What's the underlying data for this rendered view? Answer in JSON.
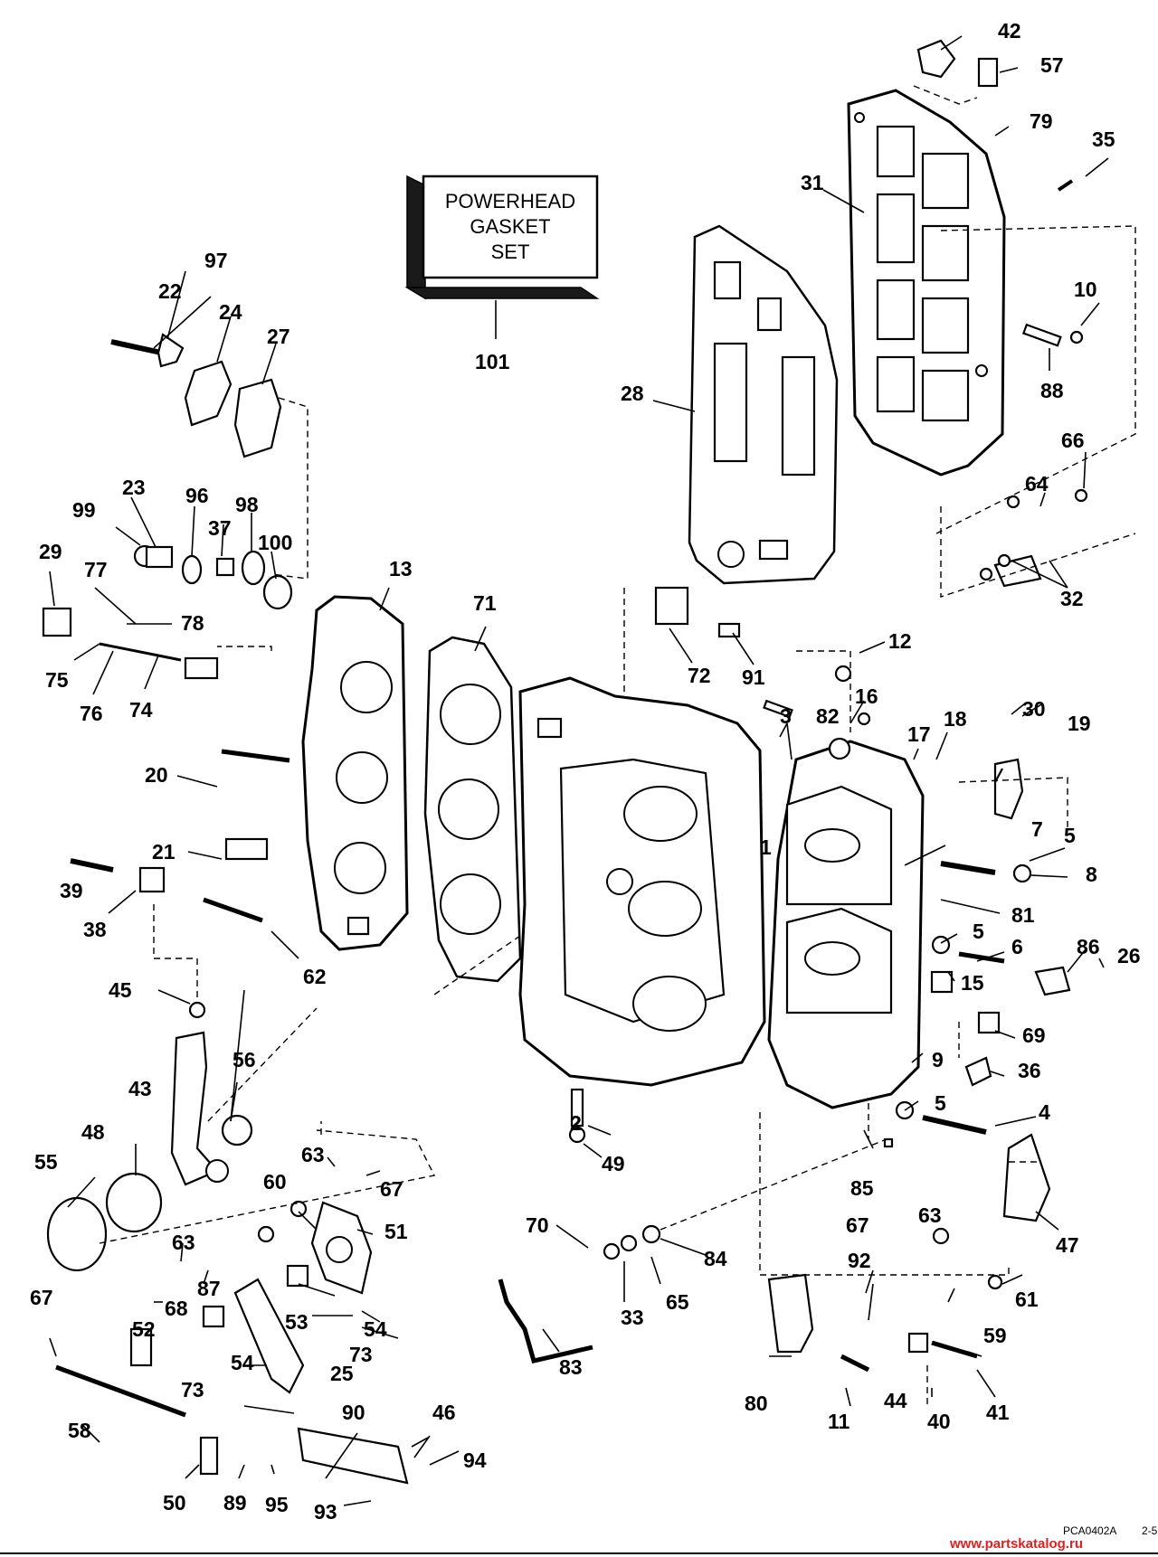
{
  "kit": {
    "line1": "POWERHEAD",
    "line2": "GASKET",
    "line3": "SET"
  },
  "footer": {
    "code": "PCA0402A",
    "page": "2-5",
    "url": "www.partskatalog.ru"
  },
  "callouts": {
    "c1": "1",
    "c2": "2",
    "c3": "3",
    "c4": "4",
    "c5a": "5",
    "c5b": "5",
    "c5c": "5",
    "c6": "6",
    "c7": "7",
    "c8": "8",
    "c9": "9",
    "c10": "10",
    "c11": "11",
    "c12": "12",
    "c13": "13",
    "c15": "15",
    "c16": "16",
    "c17": "17",
    "c18": "18",
    "c19": "19",
    "c20": "20",
    "c21": "21",
    "c22": "22",
    "c23": "23",
    "c24": "24",
    "c25": "25",
    "c26": "26",
    "c27": "27",
    "c28": "28",
    "c29": "29",
    "c30": "30",
    "c31": "31",
    "c32": "32",
    "c33": "33",
    "c35": "35",
    "c36": "36",
    "c37": "37",
    "c38": "38",
    "c39": "39",
    "c40": "40",
    "c41": "41",
    "c42": "42",
    "c43": "43",
    "c44": "44",
    "c45": "45",
    "c46": "46",
    "c47": "47",
    "c48": "48",
    "c49": "49",
    "c50": "50",
    "c51": "51",
    "c52": "52",
    "c53": "53",
    "c54a": "54",
    "c54b": "54",
    "c55": "55",
    "c56": "56",
    "c57": "57",
    "c58": "58",
    "c59": "59",
    "c60": "60",
    "c61": "61",
    "c62": "62",
    "c63a": "63",
    "c63b": "63",
    "c63c": "63",
    "c64": "64",
    "c65": "65",
    "c66": "66",
    "c67a": "67",
    "c67b": "67",
    "c67c": "67",
    "c68": "68",
    "c69": "69",
    "c70": "70",
    "c71": "71",
    "c72": "72",
    "c73a": "73",
    "c73b": "73",
    "c74": "74",
    "c75": "75",
    "c76": "76",
    "c77": "77",
    "c78": "78",
    "c79": "79",
    "c80": "80",
    "c81": "81",
    "c82": "82",
    "c83": "83",
    "c84": "84",
    "c85": "85",
    "c86": "86",
    "c87": "87",
    "c88": "88",
    "c89": "89",
    "c90": "90",
    "c91": "91",
    "c92": "92",
    "c93": "93",
    "c94": "94",
    "c95": "95",
    "c96": "96",
    "c97": "97",
    "c98": "98",
    "c99": "99",
    "c100": "100",
    "c101": "101"
  }
}
